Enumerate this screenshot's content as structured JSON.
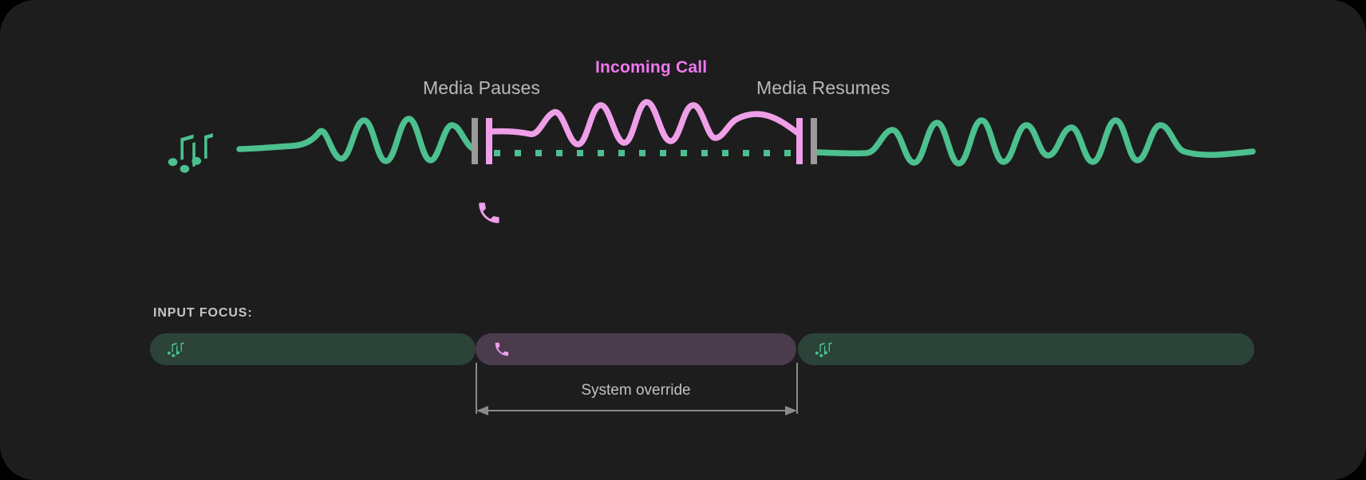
{
  "diagram": {
    "title_incoming_call": "Incoming Call",
    "label_media_pauses": "Media Pauses",
    "label_media_resumes": "Media Resumes",
    "input_focus_label": "INPUT FOCUS:",
    "override_label": "System override",
    "icons": {
      "music_notes": "music-notes-icon",
      "phone": "phone-icon"
    },
    "colors": {
      "background": "#1d1d1e",
      "media_green": "#4cc08e",
      "call_pink": "#ef9fe8",
      "accent_magenta": "#ef77ef",
      "label_gray": "#b9b9b9",
      "marker_gray": "#9a9a9a",
      "focus_media_bg": "#2b4338",
      "focus_call_bg": "#4a3b4d"
    },
    "focus_segments": [
      {
        "name": "media-before",
        "icon": "music-notes-icon",
        "state": "media"
      },
      {
        "name": "call-override",
        "icon": "phone-icon",
        "state": "call"
      },
      {
        "name": "media-after",
        "icon": "music-notes-icon",
        "state": "media"
      }
    ]
  },
  "chart_data": {
    "type": "line",
    "title": "Incoming Call",
    "xlabel": "",
    "ylabel": "",
    "grid": false,
    "legend": "none",
    "annotations": [
      "Media Pauses",
      "Incoming Call",
      "Media Resumes",
      "System override"
    ],
    "series": [
      {
        "name": "media-audio-before",
        "color": "#4cc08e",
        "x_range": [
          300,
          592
        ],
        "values": [
          0,
          0,
          0.05,
          0.6,
          -0.9,
          1.0,
          -1.0,
          1.0,
          -0.9,
          0.95,
          -0.85,
          0.5,
          0.2,
          0.05
        ]
      },
      {
        "name": "media-paused-dotted",
        "color": "#4cc08e",
        "style": "dotted",
        "x_range": [
          614,
          1000
        ],
        "values": [
          0,
          0,
          0,
          0,
          0,
          0,
          0,
          0,
          0,
          0,
          0,
          0,
          0,
          0,
          0
        ]
      },
      {
        "name": "call-audio",
        "color": "#ef9fe8",
        "x_range": [
          614,
          1002
        ],
        "values": [
          0.35,
          0.35,
          0.8,
          -0.55,
          1.0,
          -0.75,
          1.05,
          -0.8,
          1.0,
          -0.6,
          0.85,
          -0.5,
          0.75,
          0.5,
          0.35
        ]
      },
      {
        "name": "media-audio-after",
        "color": "#4cc08e",
        "x_range": [
          1024,
          1570
        ],
        "values": [
          0.05,
          0.05,
          0.55,
          -0.85,
          0.95,
          -0.95,
          1.0,
          -0.9,
          0.85,
          -0.7,
          0.9,
          -0.95,
          0.95,
          -0.8,
          0.4,
          0.1,
          0.05
        ]
      }
    ],
    "markers": [
      {
        "name": "pause-marker-gray",
        "x": 595,
        "color": "#9a9a9a"
      },
      {
        "name": "pause-marker-pink",
        "x": 612,
        "color": "#ef9fe8"
      },
      {
        "name": "resume-marker-pink",
        "x": 1001,
        "color": "#ef9fe8"
      },
      {
        "name": "resume-marker-gray",
        "x": 1019,
        "color": "#9a9a9a"
      }
    ]
  }
}
